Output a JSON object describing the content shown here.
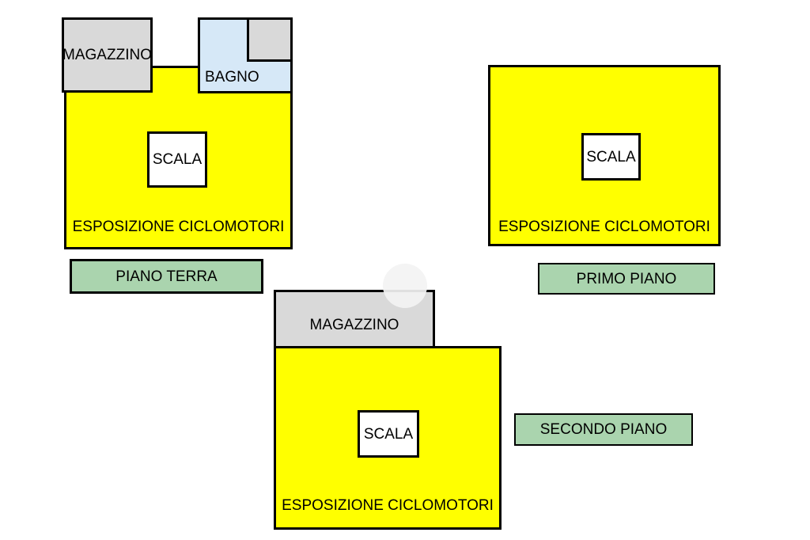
{
  "colors": {
    "exhibition_fill": "#ffff00",
    "storage_fill": "#d9d9d9",
    "bathroom_fill": "#d6e8f7",
    "floor_tag_fill": "#aad4ae",
    "wall": "#000000",
    "background": "#ffffff"
  },
  "plans": [
    {
      "name": "piano-terra",
      "floor_label": "PIANO TERRA",
      "rooms": {
        "esposizione": "ESPOSIZIONE CICLOMOTORI",
        "magazzino": "MAGAZZINO",
        "bagno": "BAGNO",
        "scala": "SCALA"
      }
    },
    {
      "name": "primo-piano",
      "floor_label": "PRIMO PIANO",
      "rooms": {
        "esposizione": "ESPOSIZIONE CICLOMOTORI",
        "scala": "SCALA"
      }
    },
    {
      "name": "secondo-piano",
      "floor_label": "SECONDO PIANO",
      "rooms": {
        "esposizione": "ESPOSIZIONE CICLOMOTORI",
        "magazzino": "MAGAZZINO",
        "scala": "SCALA"
      }
    }
  ]
}
